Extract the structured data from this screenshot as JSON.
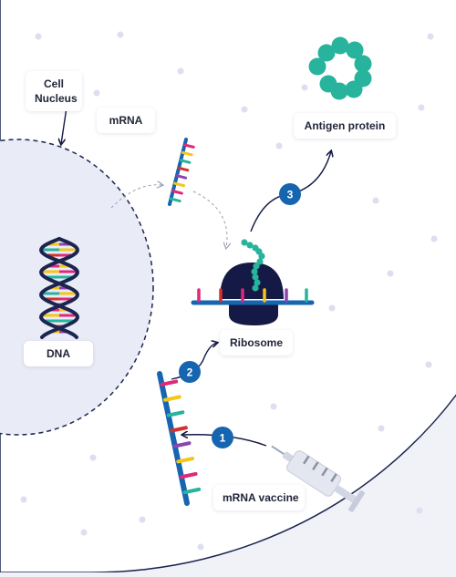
{
  "labels": {
    "cell_nucleus_line1": "Cell",
    "cell_nucleus_line2": "Nucleus",
    "mrna": "mRNA",
    "dna": "DNA",
    "ribosome": "Ribosome",
    "antigen_protein": "Antigen protein",
    "mrna_vaccine": "mRNA vaccine"
  },
  "steps": [
    "1",
    "2",
    "3"
  ],
  "colors": {
    "outside_bg": "#f1f2f8",
    "cell_fill": "#ffffff",
    "cell_outline": "#1c2550",
    "nucleus_fill": "#e9ebf6",
    "strand_blue": "#1565b0",
    "dna_navy": "#1c2550",
    "ribosome_navy": "#141a45",
    "protein_teal": "#27b39c",
    "step_badge": "#1565b0",
    "base_pink": "#e0287a",
    "base_yellow": "#f5c518",
    "base_teal": "#27b39c",
    "base_red": "#d6302e",
    "base_purple": "#8e44ad",
    "syringe": "#d3d7e3"
  },
  "icons": [
    "dna-helix-icon",
    "mrna-strand-icon",
    "ribosome-icon",
    "antigen-protein-icon",
    "syringe-icon"
  ]
}
